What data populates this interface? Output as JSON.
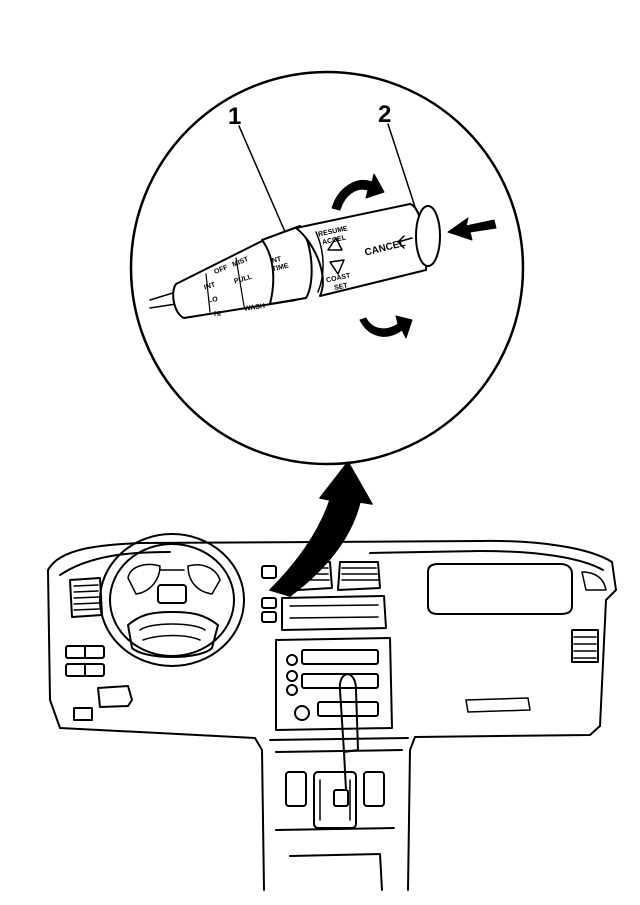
{
  "callouts": {
    "lever_assembly": "1",
    "cancel_button": "2"
  },
  "lever_labels": {
    "cancel": "CANCEL",
    "resume_accel_1": "RESUME",
    "resume_accel_2": "ACCEL",
    "coast_set_1": "COAST",
    "coast_set_2": "SET",
    "int_time_1": "INT",
    "int_time_2": "TIME",
    "off": "OFF",
    "mist": "MIST",
    "int": "INT",
    "lo": "LO",
    "hi": "HI",
    "pull": "PULL",
    "wash": "WASH"
  }
}
